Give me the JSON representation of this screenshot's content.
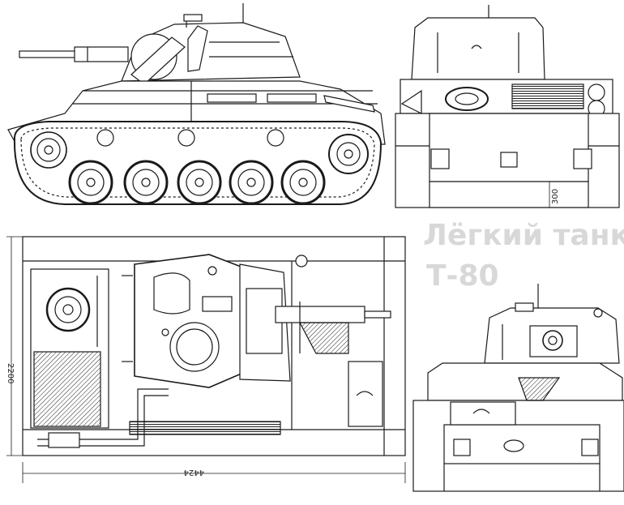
{
  "drawing": {
    "watermark_lines": [
      "Лёгкий танк",
      "Т-80"
    ],
    "dimensions": {
      "rear_height": "300",
      "hull_width": "2200",
      "hull_length": "4424"
    },
    "colors": {
      "ink": "#1a1a1a",
      "paper": "#ffffff",
      "watermark": "#d8d8d8"
    }
  }
}
